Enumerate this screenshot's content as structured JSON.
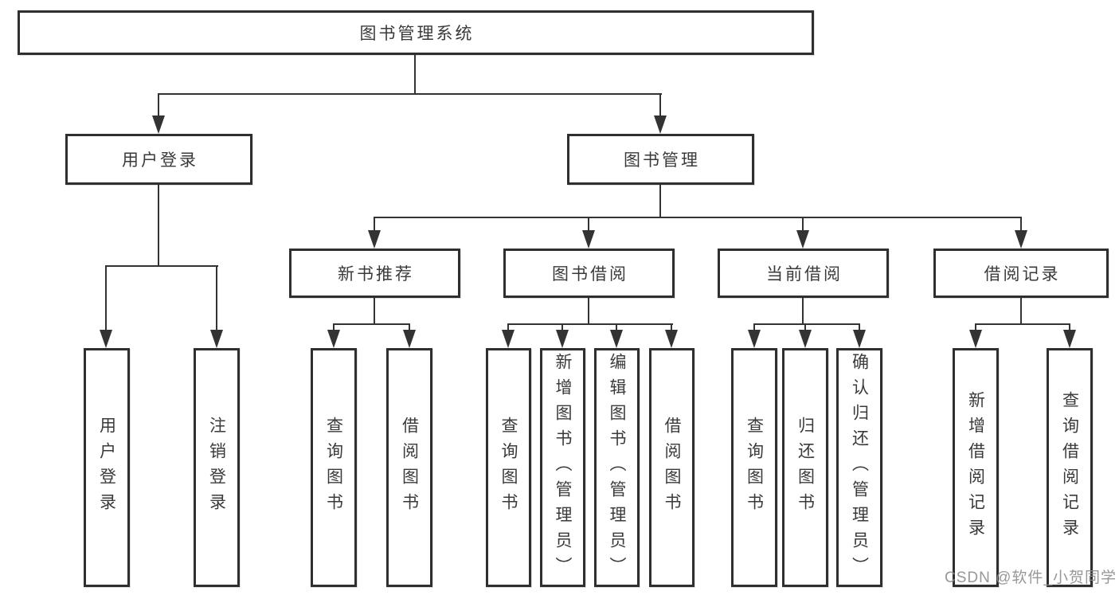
{
  "diagram": {
    "root": {
      "label": "图书管理系统"
    },
    "level2": {
      "user_login": {
        "label": "用户登录"
      },
      "book_management": {
        "label": "图书管理"
      }
    },
    "user_login_children": {
      "login": {
        "label": "用户登录"
      },
      "logout": {
        "label": "注销登录"
      }
    },
    "level3": {
      "new_book_recommend": {
        "label": "新书推荐"
      },
      "book_borrow": {
        "label": "图书借阅"
      },
      "current_borrow": {
        "label": "当前借阅"
      },
      "borrow_records": {
        "label": "借阅记录"
      }
    },
    "new_book_recommend_children": {
      "query_books": {
        "label": "查询图书"
      },
      "borrow_books": {
        "label": "借阅图书"
      }
    },
    "book_borrow_children": {
      "query_books": {
        "label": "查询图书"
      },
      "add_books_admin": {
        "label": "新增图书（管理员）"
      },
      "edit_books_admin": {
        "label": "编辑图书（管理员）"
      },
      "borrow_books": {
        "label": "借阅图书"
      }
    },
    "current_borrow_children": {
      "query_books": {
        "label": "查询图书"
      },
      "return_books": {
        "label": "归还图书"
      },
      "confirm_return_admin": {
        "label": "确认归还（管理员）"
      }
    },
    "borrow_records_children": {
      "add_borrow_record": {
        "label": "新增借阅记录"
      },
      "query_borrow_record": {
        "label": "查询借阅记录"
      }
    },
    "watermark": {
      "text": "CSDN @软件_小贺同学"
    },
    "colors": {
      "line": "#333333",
      "border": "#2f2f2f",
      "text": "#3a3a3a",
      "background": "#ffffff",
      "watermark": "#8e8e8e"
    }
  }
}
